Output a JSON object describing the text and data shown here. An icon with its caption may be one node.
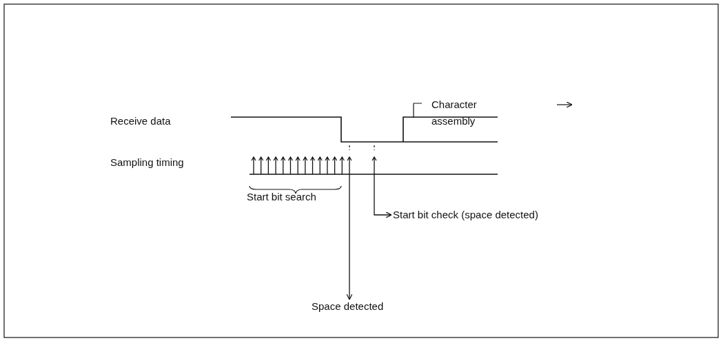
{
  "diagram": {
    "nodes": [
      {
        "text": [],
        "shape": "arrow"
      },
      {
        "text": [],
        "shape": "arrow"
      },
      {
        "text": [
          "Start bit check (space detected)"
        ]
      },
      {
        "text": [
          "Space detected"
        ]
      }
    ],
    "edges": [
      {
        "from": 0,
        "to": 3,
        "arrow": "to"
      },
      {
        "from": 1,
        "to": 2,
        "arrow": "to"
      }
    ],
    "labels": [
      "Character assembly",
      "Receive data",
      "Sampling timing",
      "Start bit search"
    ]
  }
}
